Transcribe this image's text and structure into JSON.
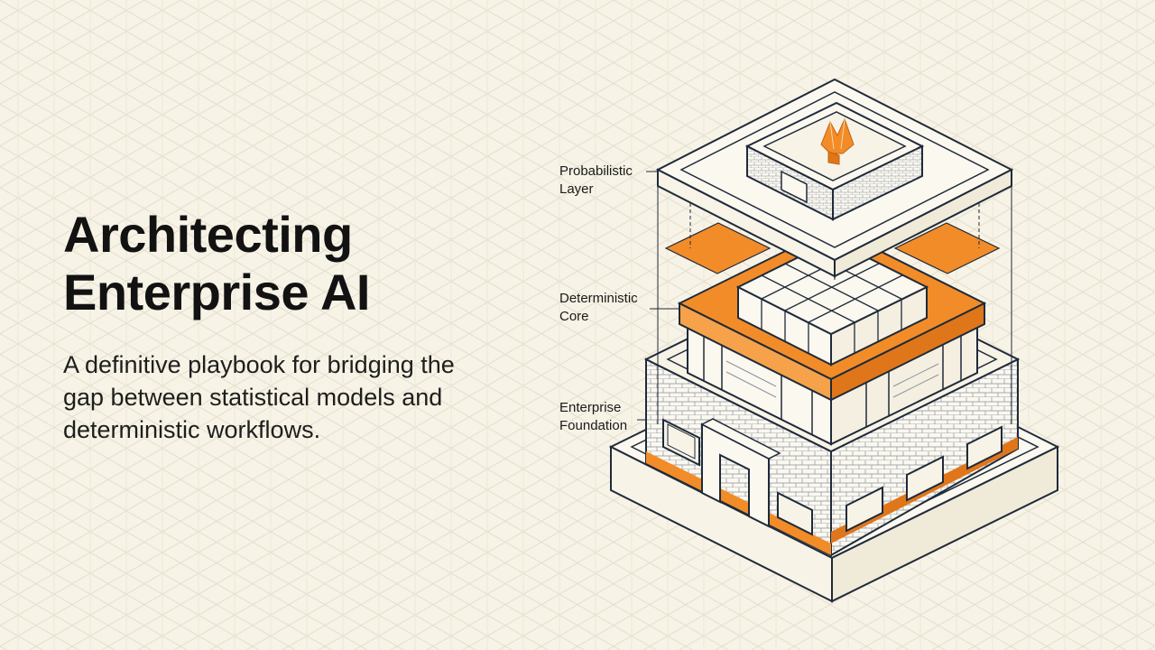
{
  "headline": {
    "line1": "Architecting",
    "line2": "Enterprise AI"
  },
  "subtitle": {
    "line1": "A definitive playbook for bridging the",
    "line2": "gap between statistical models and",
    "line3": "deterministic workflows."
  },
  "diagram": {
    "labels": {
      "probabilistic": {
        "line1": "Probabilistic",
        "line2": "Layer"
      },
      "deterministic": {
        "line1": "Deterministic",
        "line2": "Core"
      },
      "enterprise": {
        "line1": "Enterprise",
        "line2": "Foundation"
      }
    },
    "colors": {
      "accent": "#f28c28",
      "accent_dark": "#e0761a",
      "line": "#1f2a3a",
      "background": "#f7f3e6",
      "grid": "#e4dfcd"
    }
  }
}
